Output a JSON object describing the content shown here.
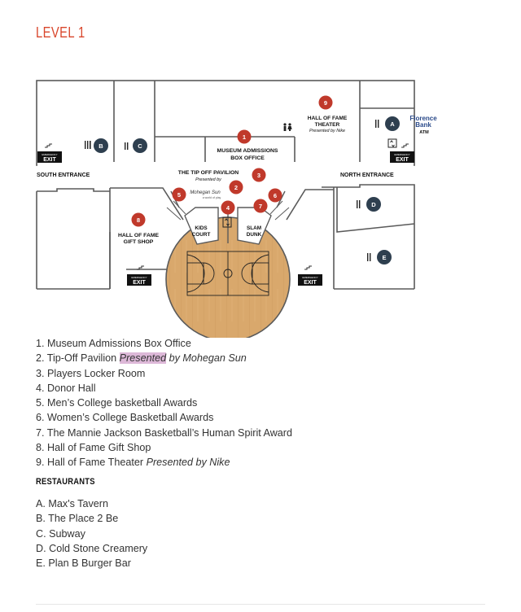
{
  "header": {
    "title": "LEVEL 1"
  },
  "map": {
    "south_entrance": "SOUTH ENTRANCE",
    "north_entrance": "NORTH ENTRANCE",
    "exit_small": "EMERGENCY",
    "exit_label": "EXIT",
    "hall_theater": [
      "HALL OF FAME",
      "THEATER"
    ],
    "hall_theater_sub": "Presented by Nike",
    "museum_admissions": [
      "MUSEUM ADMISSIONS",
      "BOX OFFICE"
    ],
    "pavilion": "THE TIP OFF PAVILION",
    "pavilion_sub": "Presented by",
    "mohegan_logo": "Mohegan Sun",
    "mohegan_tag": "a world of play",
    "gift_shop": [
      "HALL OF FAME",
      "GIFT SHOP"
    ],
    "kids_court": [
      "KIDS",
      "COURT"
    ],
    "slam_dunk": [
      "SLAM",
      "DUNK"
    ],
    "bank_logo": [
      "Florence",
      "Bank"
    ],
    "atm": "ATM",
    "markers": {
      "m1": "1",
      "m2": "2",
      "m3": "3",
      "m4": "4",
      "m5": "5",
      "m6": "6",
      "m7": "7",
      "m8": "8",
      "m9": "9"
    },
    "restaurant_markers": {
      "a": "A",
      "b": "B",
      "c": "C",
      "d": "D",
      "e": "E"
    },
    "colors": {
      "marker_red": "#c0392b",
      "marker_dark": "#2e3f4f",
      "wall": "#5a5a5a",
      "court_wood": "#d9a86c"
    }
  },
  "legend": {
    "items": [
      {
        "text": "1. Museum Admissions   Box Office"
      },
      {
        "prefix": "2. Tip-Off Pavilion ",
        "highlight": "Presented",
        "suffix": " by Mohegan Sun"
      },
      {
        "text": "3. Players Locker Room"
      },
      {
        "text": "4. Donor Hall"
      },
      {
        "text": "5. Men’s College basketball Awards"
      },
      {
        "text": "6. Women’s College  Basketball Awards"
      },
      {
        "text": "7. The Mannie Jackson Basketball’s Human Spirit Award"
      },
      {
        "text": "8. Hall of Fame Gift Shop"
      },
      {
        "prefix": "9. Hall of Fame Theater  ",
        "italic": "Presented by Nike"
      }
    ]
  },
  "restaurants": {
    "heading": "RESTAURANTS",
    "items": [
      "A. Max's Tavern",
      "B. The Place 2 Be",
      "C. Subway",
      "D. Cold Stone Creamery",
      "E. Plan B Burger Bar"
    ]
  }
}
